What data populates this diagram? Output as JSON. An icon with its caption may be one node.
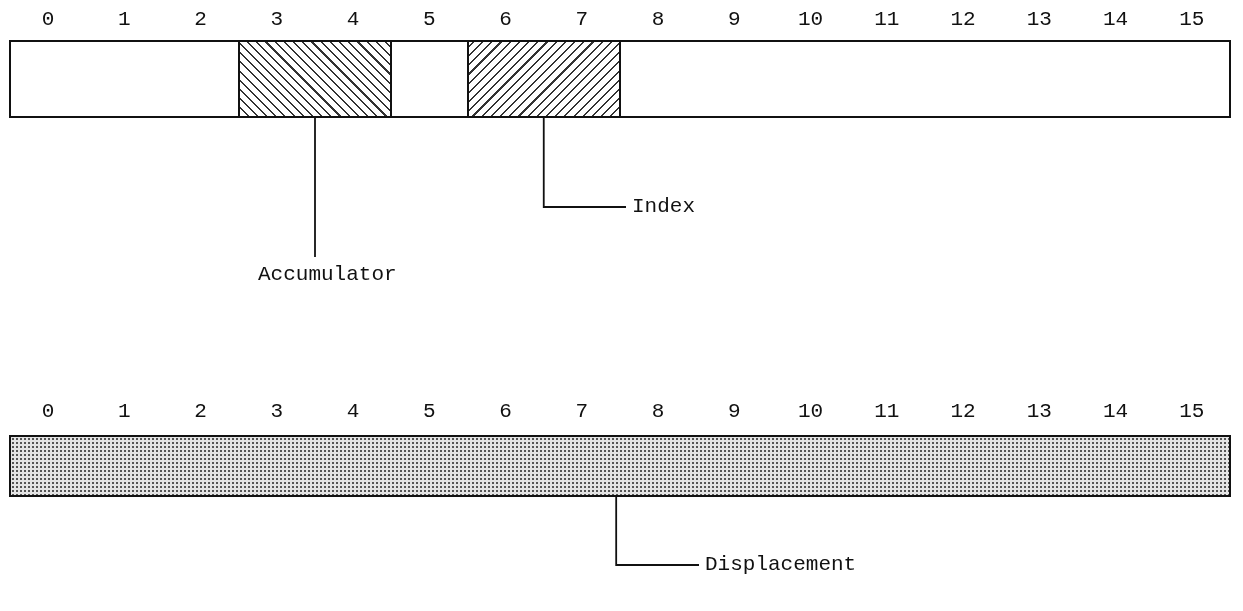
{
  "diagram": {
    "nodes": [
      {
        "text": [],
        "shape": "box"
      },
      {
        "text": [],
        "shape": "box"
      },
      {
        "text": [],
        "shape": "box"
      },
      {
        "text": [],
        "shape": "box"
      },
      {
        "text": [],
        "shape": "box"
      },
      {
        "text": [
          "Accumulator"
        ]
      },
      {
        "text": [
          "Index"
        ]
      },
      {
        "text": [],
        "shape": "bar"
      },
      {
        "text": [
          "Displacement"
        ]
      }
    ],
    "edges": [
      {
        "from": 5,
        "to": 1,
        "arrow": "none"
      },
      {
        "from": 6,
        "to": 3,
        "arrow": "none"
      },
      {
        "from": 8,
        "to": 7,
        "arrow": "none"
      }
    ],
    "labels": [
      "0",
      "1",
      "2",
      "3",
      "4",
      "5",
      "6",
      "7",
      "8",
      "9",
      "10",
      "11",
      "12",
      "13",
      "14",
      "15",
      "0",
      "1",
      "2",
      "3",
      "4",
      "5",
      "6",
      "7",
      "8",
      "9",
      "10",
      "11",
      "12",
      "13",
      "14",
      "15"
    ]
  }
}
